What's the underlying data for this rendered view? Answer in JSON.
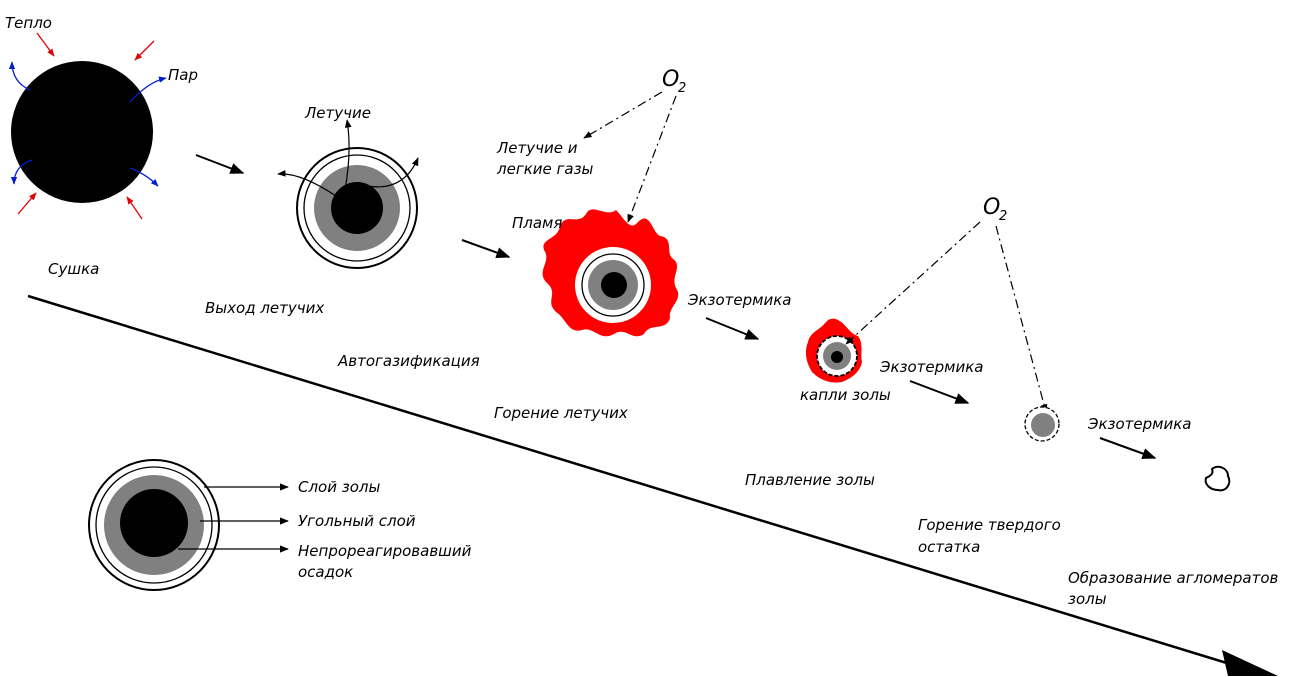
{
  "diagram": {
    "stage_labels": {
      "drying": "Сушка",
      "volatile_release": "Выход летучих",
      "autogasification": "Автогазификация",
      "volatile_combustion": "Горение летучих",
      "ash_melting": "Плавление золы",
      "char_combustion_line1": "Горение твердого",
      "char_combustion_line2": "остатка",
      "agglomeration_line1": "Образование агломератов",
      "agglomeration_line2": "золы"
    },
    "particle_labels": {
      "heat": "Тепло",
      "steam": "Пар",
      "volatiles": "Летучие",
      "volatiles_gases_line1": "Летучие и",
      "volatiles_gases_line2": "легкие газы",
      "flame": "Пламя",
      "exotherm_1": "Экзотермика",
      "exotherm_2": "Экзотермика",
      "exotherm_3": "Экзотермика",
      "ash_droplets": "капли золы",
      "oxygen_1": "O",
      "oxygen_1_sub": "2",
      "oxygen_2": "O",
      "oxygen_2_sub": "2"
    },
    "legend": {
      "ash_layer": "Слой золы",
      "char_layer": "Угольный слой",
      "unreacted_line1": "Непрореагировавший",
      "unreacted_line2": "осадок"
    },
    "colors": {
      "coal": "#000000",
      "char": "#808080",
      "ash": "#ffffff",
      "flame": "#ff0000",
      "heat_arrow": "#e00000",
      "steam_arrow": "#0020d0"
    }
  }
}
